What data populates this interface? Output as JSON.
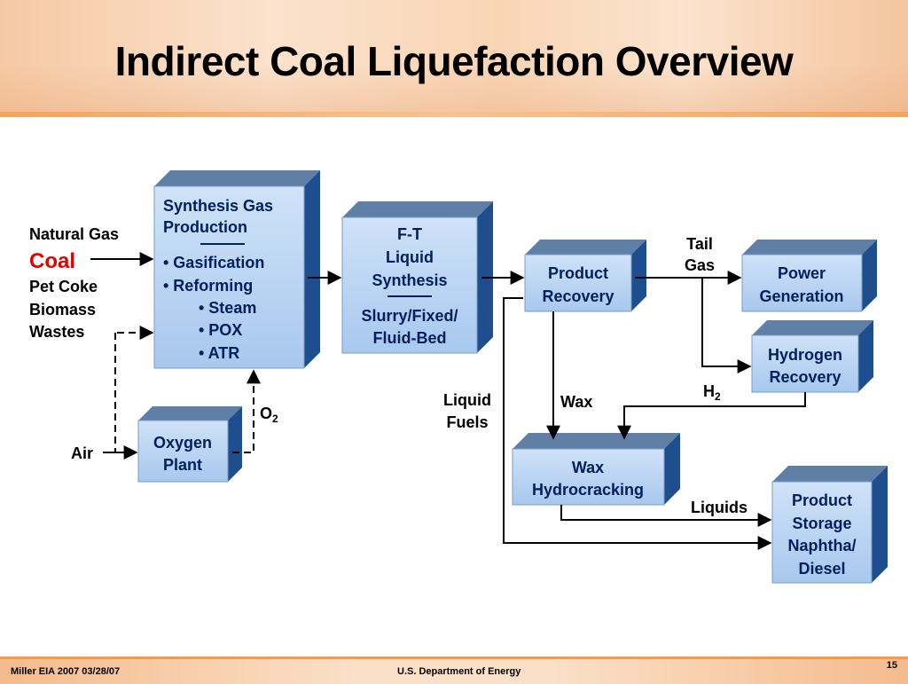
{
  "title": "Indirect Coal Liquefaction Overview",
  "feedstocks": [
    "Natural Gas",
    "Coal",
    "Pet Coke",
    "Biomass",
    "Wastes"
  ],
  "feedstock_highlight_color": "#e00000",
  "air_label": "Air",
  "o2_label": "O",
  "o2_sub": "2",
  "boxes": {
    "syngas": {
      "title_lines": [
        "Synthesis Gas",
        "Production"
      ],
      "bullets": [
        "• Gasification",
        "• Reforming"
      ],
      "sub_bullets": [
        "• Steam",
        "• POX",
        "• ATR"
      ]
    },
    "ft": {
      "lines_top": [
        "F-T",
        "Liquid",
        "Synthesis"
      ],
      "lines_bottom": [
        "Slurry/Fixed/",
        "Fluid-Bed"
      ]
    },
    "oxygen": {
      "lines": [
        "Oxygen",
        "Plant"
      ]
    },
    "product_recovery": {
      "lines": [
        "Product",
        "Recovery"
      ]
    },
    "power": {
      "lines": [
        "Power",
        "Generation"
      ]
    },
    "hydrogen": {
      "lines": [
        "Hydrogen",
        "Recovery"
      ]
    },
    "wax_hc": {
      "lines": [
        "Wax",
        "Hydrocracking"
      ]
    },
    "storage": {
      "lines": [
        "Product",
        "Storage",
        "Naphtha/",
        "Diesel"
      ]
    }
  },
  "flow_labels": {
    "tail_gas": [
      "Tail",
      "Gas"
    ],
    "h2_main": "H",
    "h2_sub": "2",
    "liquid_fuels": [
      "Liquid",
      "Fuels"
    ],
    "wax": "Wax",
    "liquids": "Liquids"
  },
  "footer": {
    "left": "Miller  EIA 2007   03/28/07",
    "center": "U.S. Department of Energy",
    "slide_number": "15"
  },
  "colors": {
    "box_front": "#b8d4f4",
    "box_top": "#5f7fa6",
    "box_side": "#1f4e8f",
    "box_text": "#002060",
    "header_accent": "#f39b4c"
  }
}
